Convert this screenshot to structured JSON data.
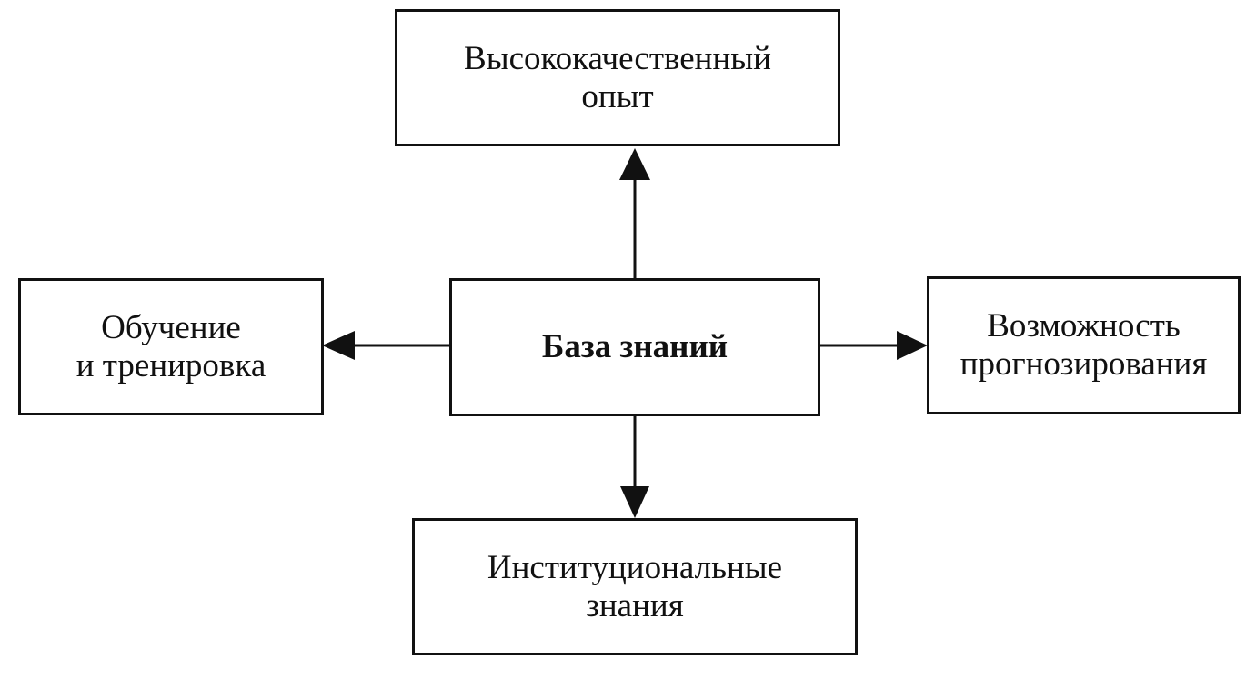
{
  "diagram": {
    "center": {
      "lines": [
        "База знаний"
      ]
    },
    "top": {
      "lines": [
        "Высококачественный",
        "опыт"
      ]
    },
    "left": {
      "lines": [
        "Обучение",
        "и тренировка"
      ]
    },
    "right": {
      "lines": [
        "Возможность",
        "прогнозирования"
      ]
    },
    "bottom": {
      "lines": [
        "Институциональные",
        "знания"
      ]
    }
  }
}
